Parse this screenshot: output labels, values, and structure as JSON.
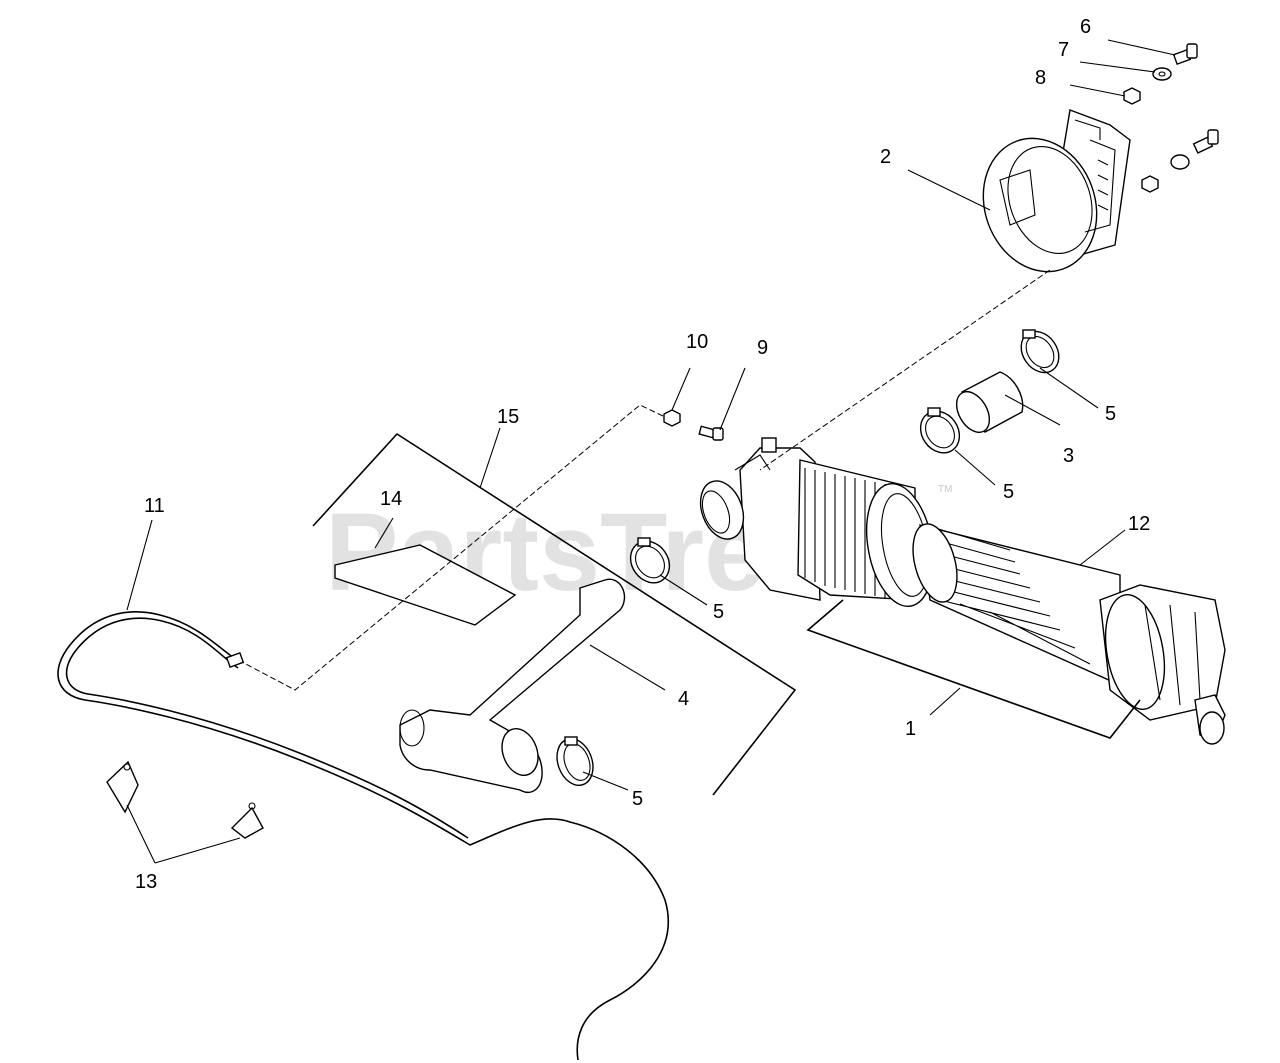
{
  "watermark": {
    "text": "PartsTree",
    "trademark": "TM"
  },
  "callouts": {
    "c1": "1",
    "c2": "2",
    "c3": "3",
    "c4": "4",
    "c5a": "5",
    "c5b": "5",
    "c5c": "5",
    "c5d": "5",
    "c6": "6",
    "c7": "7",
    "c8": "8",
    "c9": "9",
    "c10": "10",
    "c11": "11",
    "c12": "12",
    "c13": "13",
    "c14": "14",
    "c15": "15"
  }
}
